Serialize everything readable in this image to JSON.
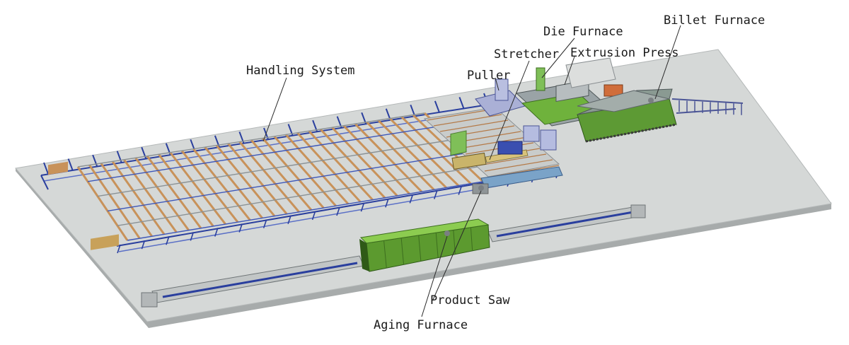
{
  "diagram": {
    "labels": {
      "billet_furnace": "Billet Furnace",
      "die_furnace": "Die Furnace",
      "extrusion_press": "Extrusion Press",
      "stretcher": "Stretcher",
      "puller": "Puller",
      "handling_system": "Handling System",
      "product_saw": "Product Saw",
      "aging_furnace": "Aging Furnace"
    },
    "colors": {
      "floor": "#d5d8d7",
      "floor_edge": "#a7abab",
      "furnace_green": "#6fb23c",
      "furnace_top": "#8ccc50",
      "cooling_orange": "#c8925a",
      "frame_blue": "#2a3f9e",
      "press_grey": "#9aa3a6"
    }
  }
}
